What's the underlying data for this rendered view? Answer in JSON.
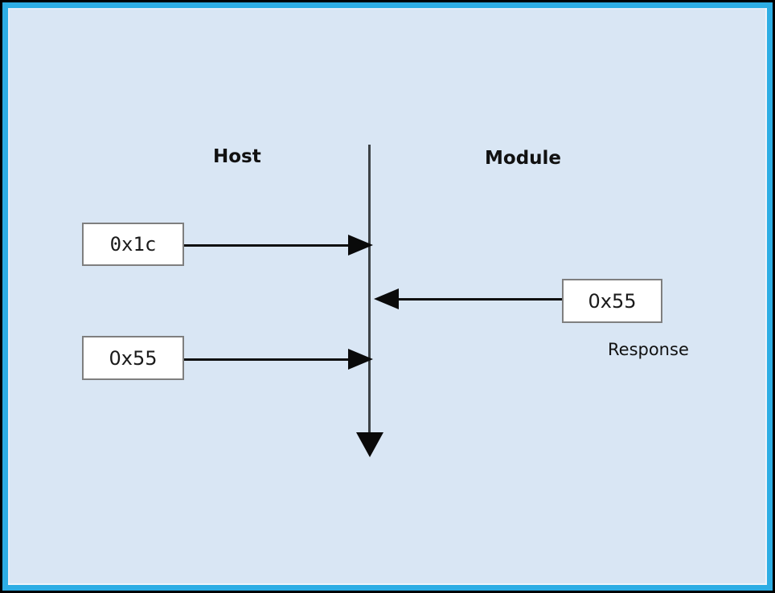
{
  "diagram": {
    "lifelines": {
      "host": "Host",
      "module": "Module"
    },
    "messages": [
      {
        "value": "0x1c",
        "direction": "host-to-module"
      },
      {
        "value": "0x55",
        "direction": "module-to-host",
        "note": "Response"
      },
      {
        "value": "0x55",
        "direction": "host-to-module"
      }
    ],
    "colors": {
      "canvas_background": "#d9e6f4",
      "frame_blue": "#2dade4",
      "outer_border": "#000000",
      "box_fill": "#ffffff",
      "box_border": "#7f7f7f",
      "line": "#0f0f0f"
    }
  }
}
